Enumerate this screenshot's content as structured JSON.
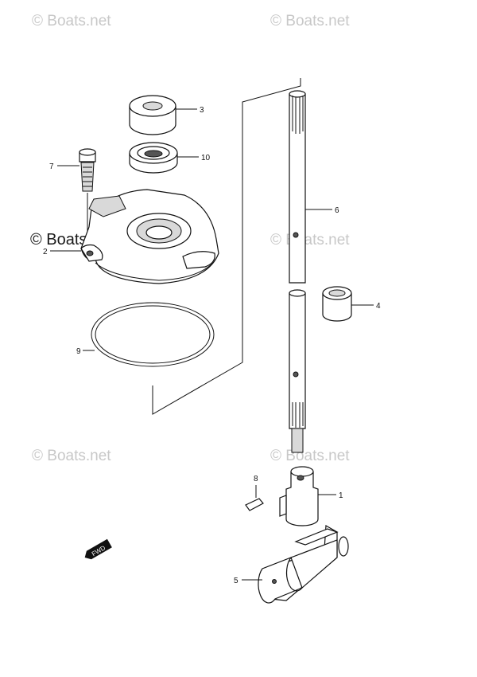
{
  "watermarks": [
    {
      "id": "wm-1",
      "text": "© Boats.net"
    },
    {
      "id": "wm-2",
      "text": "© Boats.net"
    },
    {
      "id": "wm-3",
      "text": "© Boats.net"
    },
    {
      "id": "wm-4",
      "text": "© Boats.net"
    },
    {
      "id": "wm-5",
      "text": "© Boats.net"
    },
    {
      "id": "wm-6",
      "text": "© Boats.net"
    }
  ],
  "callouts": {
    "p1": "1",
    "p2": "2",
    "p3": "3",
    "p4": "4",
    "p5": "5",
    "p6": "6",
    "p7": "7",
    "p8": "8",
    "p9": "9",
    "p10": "10"
  },
  "fwd_badge": "FWD"
}
